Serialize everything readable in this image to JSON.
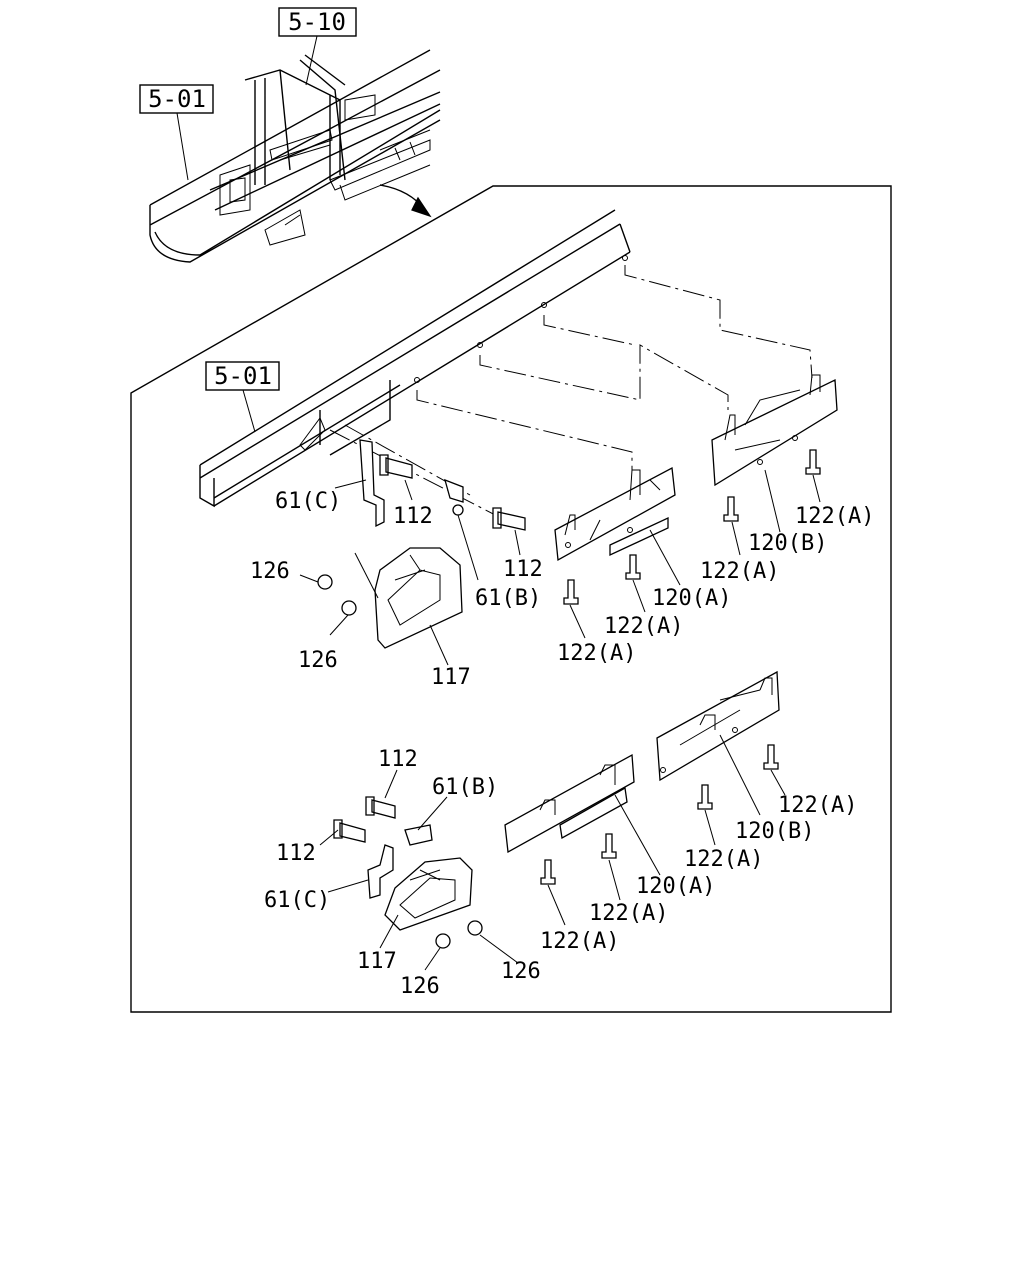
{
  "refs": {
    "top_5_10": "5-10",
    "top_5_01": "5-01",
    "main_5_01": "5-01"
  },
  "labels_upper": {
    "c61": "61(C)",
    "b112_a": "112",
    "b112_b": "112",
    "n126_a": "126",
    "n126_b": "126",
    "b61": "61(B)",
    "p117": "117",
    "r120a": "120(A)",
    "r120b": "120(B)",
    "b122_1": "122(A)",
    "b122_2": "122(A)",
    "b122_3": "122(A)",
    "b122_4": "122(A)"
  },
  "labels_lower": {
    "b112_a": "112",
    "b61": "61(B)",
    "b112_b": "112",
    "c61": "61(C)",
    "p117": "117",
    "n126_a": "126",
    "n126_b": "126",
    "r120a": "120(A)",
    "r120b": "120(B)",
    "b122_1": "122(A)",
    "b122_2": "122(A)",
    "b122_3": "122(A)",
    "b122_4": "122(A)"
  }
}
